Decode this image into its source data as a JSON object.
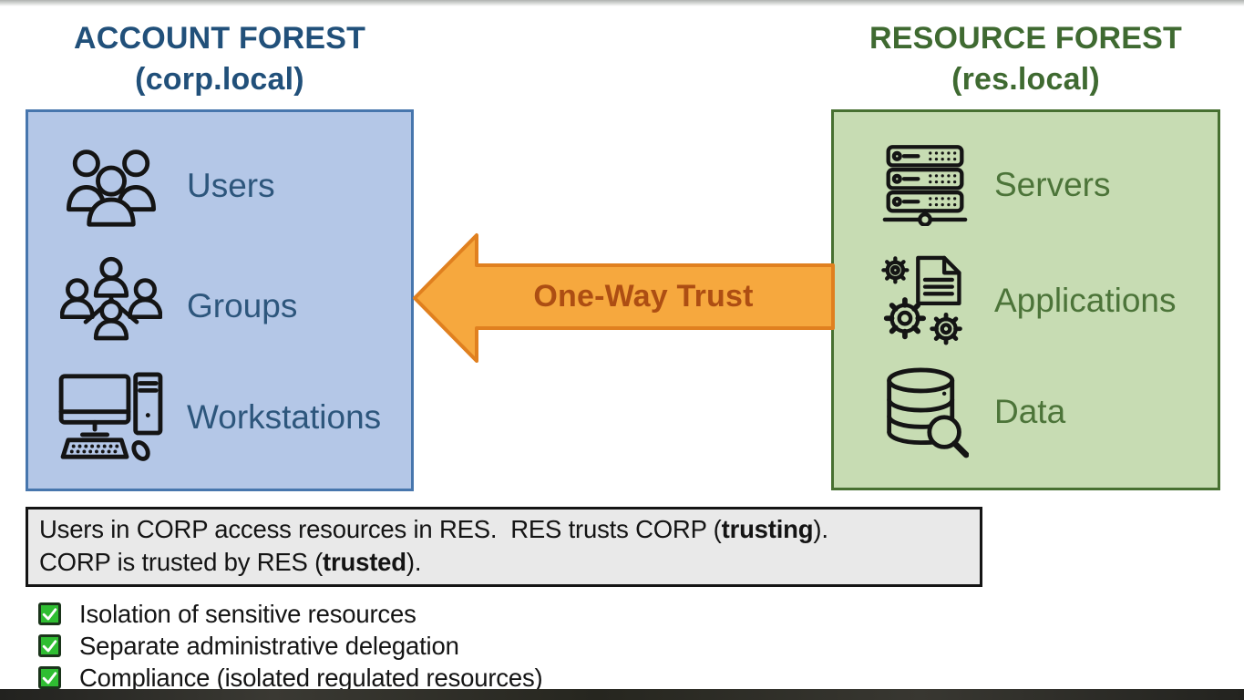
{
  "diagram": {
    "account_forest": {
      "title": "ACCOUNT FOREST",
      "subtitle": "(corp.local)",
      "items": [
        {
          "icon": "users-icon",
          "label": "Users"
        },
        {
          "icon": "groups-icon",
          "label": "Groups"
        },
        {
          "icon": "workstations-icon",
          "label": "Workstations"
        }
      ]
    },
    "resource_forest": {
      "title": "RESOURCE FOREST",
      "subtitle": "(res.local)",
      "items": [
        {
          "icon": "servers-icon",
          "label": "Servers"
        },
        {
          "icon": "applications-icon",
          "label": "Applications"
        },
        {
          "icon": "data-icon",
          "label": "Data"
        }
      ]
    },
    "trust_arrow": {
      "label": "One-Way Trust",
      "direction": "right-to-left"
    },
    "explanation": {
      "line1_pre": "Users in CORP access resources in RES.  RES trusts CORP (",
      "line1_bold": "trusting",
      "line1_post": ").",
      "line2_pre": "CORP is trusted by RES (",
      "line2_bold": "trusted",
      "line2_post": ")."
    },
    "benefits": [
      {
        "icon": "checkbox-checked-icon",
        "label": "Isolation of sensitive resources"
      },
      {
        "icon": "checkbox-checked-icon",
        "label": "Separate administrative delegation"
      },
      {
        "icon": "checkbox-checked-icon",
        "label": "Compliance (isolated regulated resources)"
      }
    ]
  },
  "colors": {
    "account_fill": "#b4c7e7",
    "account_border": "#4776ad",
    "account_title": "#21507a",
    "account_label": "#2d567c",
    "resource_fill": "#c7dcb3",
    "resource_border": "#477031",
    "resource_title": "#3f6a31",
    "resource_label": "#4c7439",
    "arrow_fill": "#f6a83e",
    "arrow_border": "#e0801f",
    "arrow_text": "#ad4e13",
    "note_fill": "#e9e9e9",
    "note_border": "#141414",
    "checkbox_green": "#2fbe32",
    "text_black": "#141414"
  }
}
